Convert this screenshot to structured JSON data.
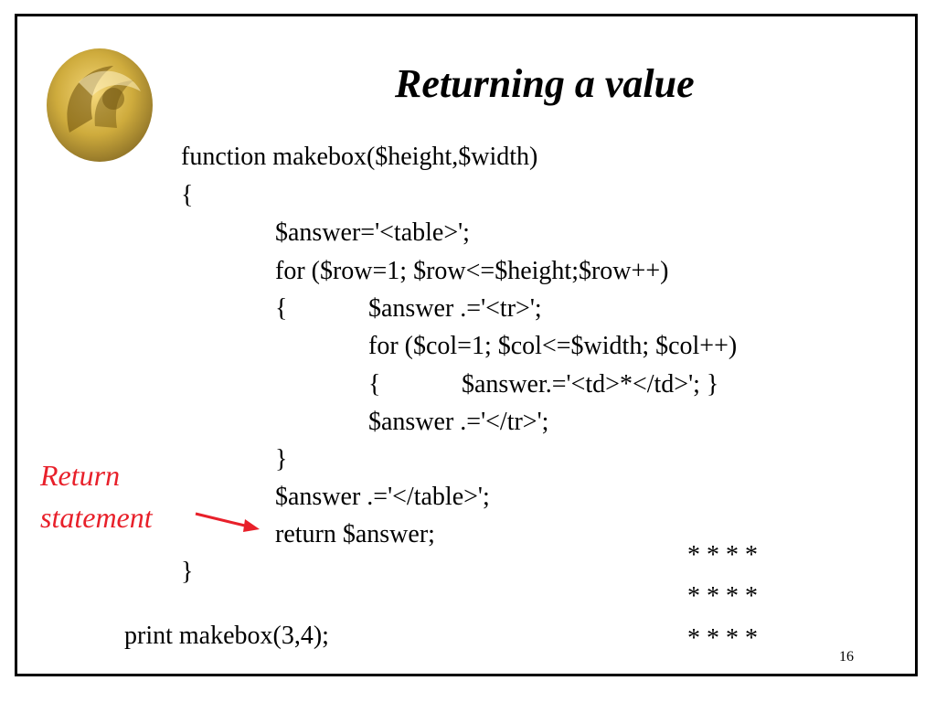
{
  "slide": {
    "title": "Returning a value",
    "page_number": "16",
    "logo_icon": "pegasus-logo-icon",
    "accent_color": "#e8202a",
    "logo_color": "#c9a227"
  },
  "code": {
    "line1": "function makebox($height,$width)",
    "line2": "{",
    "line3": "$answer='<table>';",
    "line4": "for ($row=1; $row<=$height;$row++)",
    "line5_brace": "{",
    "line5_code": "$answer .='<tr>';",
    "line6": "for ($col=1; $col<=$width; $col++)",
    "line7_brace": "{",
    "line7_code": "$answer.='<td>*</td>'; }",
    "line8": "$answer .='</tr>';",
    "line9": "}",
    "line10": "$answer .='</table>';",
    "line11": "return $answer;",
    "line12": "}",
    "call": "print makebox(3,4);"
  },
  "callout": {
    "line1": "Return",
    "line2": "statement",
    "arrow_icon": "red-arrow-right-icon"
  },
  "output": {
    "rows": [
      "* * * *",
      "* * * *",
      "* * * *"
    ]
  }
}
